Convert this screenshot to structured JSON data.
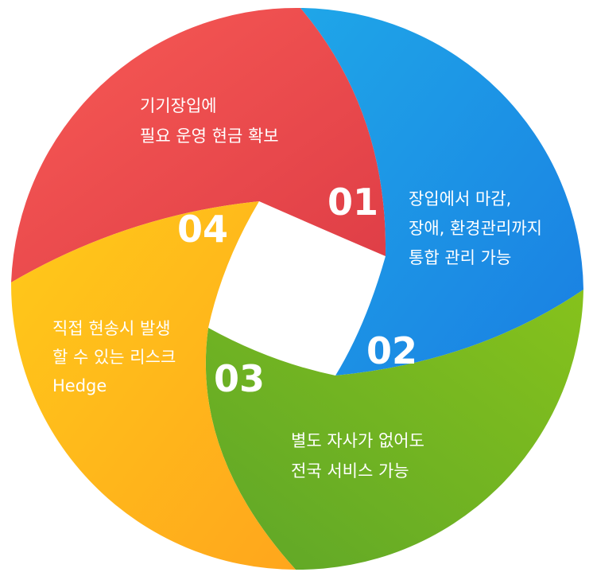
{
  "segments": [
    {
      "number": "01",
      "lines": [
        "기기장입에",
        "필요 운영 현금 확보"
      ],
      "colors": [
        "#f85a55",
        "#de3d46"
      ]
    },
    {
      "number": "02",
      "lines": [
        "장입에서 마감,",
        "장애, 환경관리까지",
        "통합 관리 가능"
      ],
      "colors": [
        "#1fa6e8",
        "#1a7fe2"
      ]
    },
    {
      "number": "03",
      "lines": [
        "별도 자사가 없어도",
        "전국 서비스 가능"
      ],
      "colors": [
        "#86c21c",
        "#5ea628"
      ]
    },
    {
      "number": "04",
      "lines": [
        "직접 현송시 발생",
        "할 수 있는 리스크",
        "Hedge"
      ],
      "colors": [
        "#ffca1a",
        "#ffa61c"
      ]
    }
  ]
}
